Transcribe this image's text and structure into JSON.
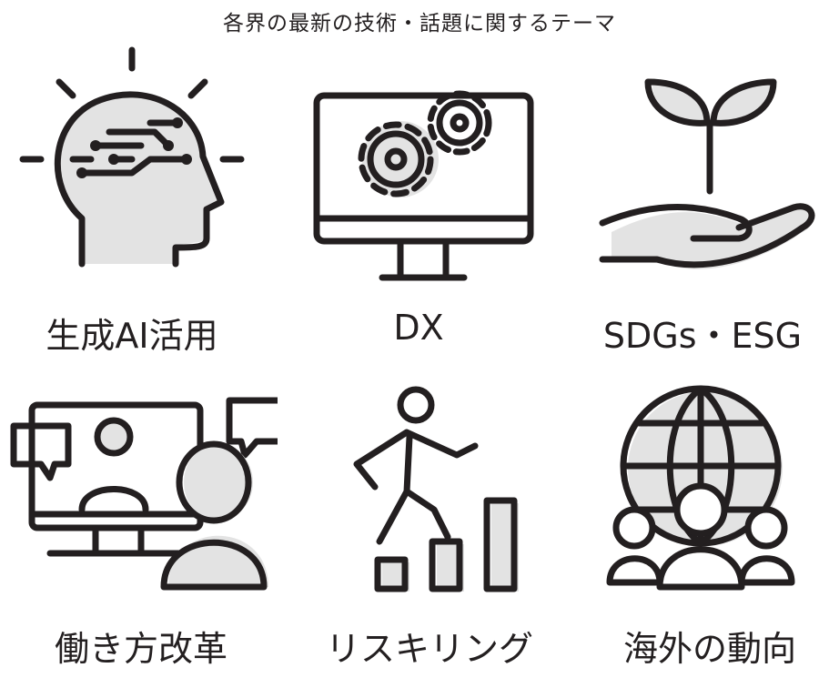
{
  "title": "各界の最新の技術・話題に関するテーマ",
  "themes": [
    {
      "label": "生成AI活用",
      "icon": "brain-circuit-icon"
    },
    {
      "label": "DX",
      "icon": "monitor-gears-icon"
    },
    {
      "label": "SDGs・ESG",
      "icon": "hand-sprout-icon"
    },
    {
      "label": "働き方改革",
      "icon": "video-meeting-icon"
    },
    {
      "label": "リスキリング",
      "icon": "person-climbing-steps-icon"
    },
    {
      "label": "海外の動向",
      "icon": "globe-people-icon"
    }
  ],
  "colors": {
    "stroke": "#231f20",
    "fill": "#e3e3e3"
  }
}
